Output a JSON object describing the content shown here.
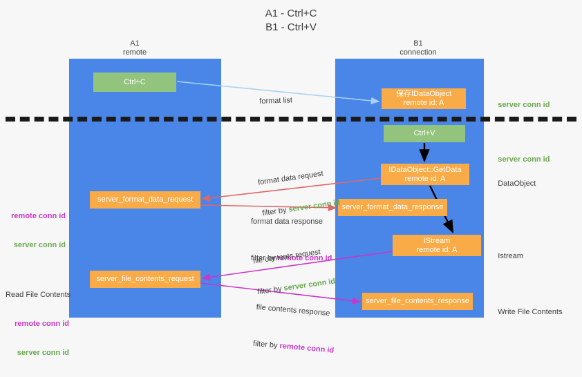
{
  "title": "A1 - Ctrl+C\nB1 - Ctrl+V",
  "lanes": [
    {
      "id": "a1",
      "name": "A1",
      "sub": "remote",
      "label": "A1\nremote",
      "color": "#4a86e8"
    },
    {
      "id": "b1",
      "name": "B1",
      "sub": "connection",
      "label": "B1\nconnection",
      "color": "#4a86e8"
    }
  ],
  "nodes": {
    "ctrl_c": "Ctrl+C",
    "save_dataobject": "保存IDataObject\nremote id: A",
    "ctrl_v": "Ctrl+V",
    "get_data": "IDataObject::GetData\nremote id: A",
    "istream": "IStream\nremote id: A",
    "server_format_data_request": "server_format_data_request",
    "server_format_data_response": "server_format_data_response",
    "server_file_contents_request": "server_file_contents_request",
    "server_file_contents_response": "server_file_contents_response"
  },
  "edges": {
    "format_list": {
      "title": "format list",
      "filter_prefix": "",
      "filter_value": ""
    },
    "format_data_request": {
      "title": "format data request",
      "filter_prefix": "filter by ",
      "filter_value": "server conn id",
      "filter_color": "green"
    },
    "format_data_response": {
      "title": "format data response",
      "filter_prefix": "filter by ",
      "filter_value": "remote conn id",
      "filter_color": "purple"
    },
    "file_contents_request": {
      "title": "file contents request",
      "filter_prefix": "filter by ",
      "filter_value": "server conn id",
      "filter_color": "green"
    },
    "file_contents_response": {
      "title": "file contents response",
      "filter_prefix": "filter by ",
      "filter_value": "remote conn id",
      "filter_color": "purple"
    }
  },
  "annotations": {
    "right": [
      {
        "text": "server conn id",
        "color": "green"
      },
      {
        "text": "server conn id",
        "color": "green"
      },
      {
        "text": "DataObject",
        "color": "plain"
      },
      {
        "text": "Istream",
        "color": "plain"
      },
      {
        "text": "Write File Contents",
        "color": "plain"
      }
    ],
    "left_mid": {
      "remote": "remote conn id",
      "server": "server conn id"
    },
    "left_bottom": {
      "heading": "Read File Contents",
      "remote": "remote conn id",
      "server": "server conn id"
    }
  },
  "colors": {
    "lane": "#4a86e8",
    "green_box": "#93c47d",
    "orange_box": "#f9ab48",
    "green_text": "#6aa84f",
    "purple_text": "#c936c9",
    "arrow_blue": "#a8d3f0",
    "arrow_red": "#e06666",
    "arrow_purple": "#c936c9",
    "arrow_black": "#000000",
    "background": "#f7f7f7"
  }
}
